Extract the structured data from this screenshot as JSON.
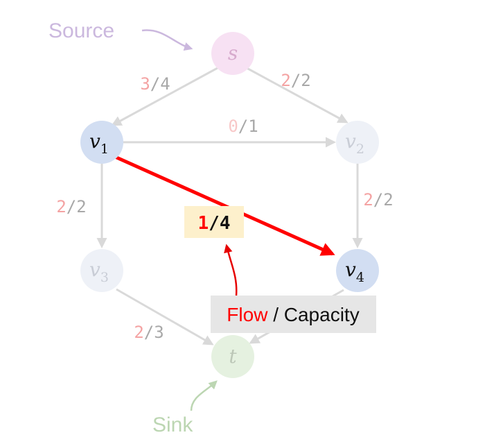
{
  "annotations": {
    "source": "Source",
    "sink": "Sink",
    "legend_flow": "Flow",
    "legend_sep": " / ",
    "legend_capacity": "Capacity"
  },
  "colors": {
    "flow": "#ff0000",
    "flow_faded": "#f4a3a3",
    "capacity_faded": "#a8a8a8",
    "edge_faded": "#d9d9d9",
    "highlight_box": "#fdf0cc",
    "legend_box": "#e6e6e6",
    "source_node": "#f7e1f3",
    "sink_node": "#e5f1e0",
    "active_node": "#d2def2",
    "faded_node": "#eef1f7"
  },
  "nodes": [
    {
      "id": "s",
      "name": "s",
      "sub": ""
    },
    {
      "id": "v1",
      "name": "v",
      "sub": "1"
    },
    {
      "id": "v2",
      "name": "v",
      "sub": "2"
    },
    {
      "id": "v3",
      "name": "v",
      "sub": "3"
    },
    {
      "id": "v4",
      "name": "v",
      "sub": "4"
    },
    {
      "id": "t",
      "name": "t",
      "sub": ""
    }
  ],
  "edges": [
    {
      "id": "s-v1",
      "from": "s",
      "to": "v1",
      "flow": "3",
      "capacity": "4"
    },
    {
      "id": "s-v2",
      "from": "s",
      "to": "v2",
      "flow": "2",
      "capacity": "2"
    },
    {
      "id": "v1-v2",
      "from": "v1",
      "to": "v2",
      "flow": "0",
      "capacity": "1"
    },
    {
      "id": "v1-v3",
      "from": "v1",
      "to": "v3",
      "flow": "2",
      "capacity": "2"
    },
    {
      "id": "v2-v4",
      "from": "v2",
      "to": "v4",
      "flow": "2",
      "capacity": "2"
    },
    {
      "id": "v1-v4",
      "from": "v1",
      "to": "v4",
      "flow": "1",
      "capacity": "4",
      "highlighted": true
    },
    {
      "id": "v3-t",
      "from": "v3",
      "to": "t",
      "flow": "2",
      "capacity": "3"
    },
    {
      "id": "v4-t",
      "from": "v4",
      "to": "t",
      "flow": "",
      "capacity": ""
    }
  ]
}
